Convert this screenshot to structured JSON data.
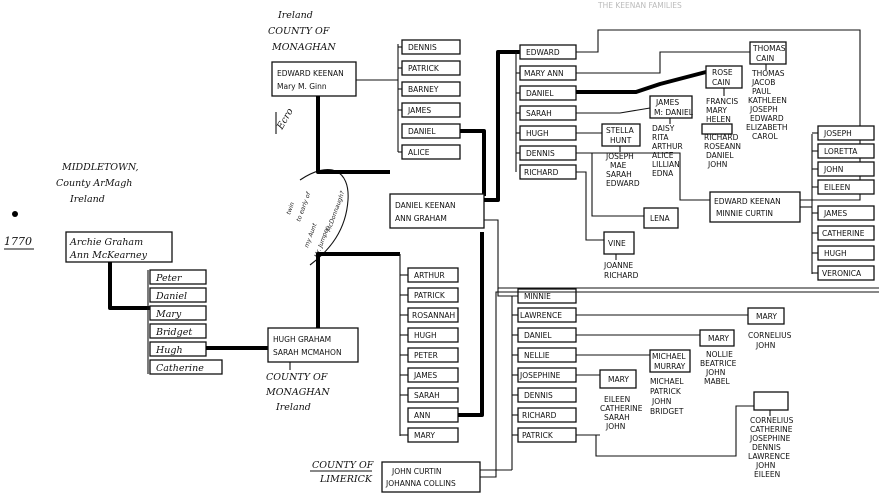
{
  "header": {
    "faint_title": "THE KEENAN FAMILIES"
  },
  "places": {
    "middletown": [
      "MIDDLETOWN,",
      "County ArMagh",
      "Ireland"
    ],
    "year": "1770",
    "ireland_monaghan": [
      "Ireland",
      "COUNTY OF",
      "MONAGHAN"
    ],
    "monaghan_hugh": [
      "COUNTY OF",
      "MONAGHAN",
      "Ireland"
    ],
    "limerick": [
      "COUNTY OF",
      "LIMERICK"
    ],
    "margin_note": [
      "twin",
      "to early of",
      "my Aunt",
      "Mr. Jumper",
      "McDonnaugh?"
    ],
    "ecro": "Ecro"
  },
  "couples": {
    "archie": [
      "Archie Graham",
      "Ann McKearney"
    ],
    "edward_sr": [
      "EDWARD KEENAN",
      "Mary M. Ginn"
    ],
    "hugh": [
      "HUGH GRAHAM",
      "SARAH MCMAHON"
    ],
    "daniel_ann": [
      "DANIEL KEENAN",
      "ANN GRAHAM"
    ],
    "james_mcdaniel": [
      "JAMES",
      "M: DANIEL"
    ],
    "thomas_cain": [
      "THOMAS",
      "CAIN"
    ],
    "rose_cain": [
      "ROSE",
      "CAIN"
    ],
    "edward_minnie": [
      "EDWARD KEENAN",
      "MINNIE CURTIN"
    ],
    "john_curtin": [
      "JOHN CURTIN",
      "JOHANNA COLLINS"
    ],
    "michael_murray": [
      "MICHAEL",
      "MURRAY"
    ]
  },
  "archie_children": [
    "Peter",
    "Daniel",
    "Mary",
    "Bridget",
    "Hugh",
    "Catherine"
  ],
  "edward_children": [
    "DENNIS",
    "PATRICK",
    "BARNEY",
    "JAMES",
    "DANIEL",
    "ALICE"
  ],
  "hugh_children": [
    "ARTHUR",
    "PATRICK",
    "ROSANNAH",
    "HUGH",
    "PETER",
    "JAMES",
    "SARAH",
    "ANN",
    "MARY"
  ],
  "dk_children_top": [
    "EDWARD",
    "MARY ANN",
    "DANIEL",
    "SARAH",
    "HUGH",
    "DENNIS",
    "RICHARD"
  ],
  "dk_children_bottom": [
    "MINNIE",
    "LAWRENCE",
    "DANIEL",
    "NELLIE",
    "JOSEPHINE",
    "DENNIS",
    "RICHARD",
    "PATRICK"
  ],
  "edward_minnie_children": [
    "JOSEPH",
    "LORETTA",
    "JOHN",
    "EILEEN",
    "JAMES",
    "CATHERINE",
    "HUGH",
    "VERONICA"
  ],
  "single_boxes": {
    "lena": "LENA",
    "vine": "VINE",
    "stella": [
      "STELLA",
      "HUNT"
    ],
    "mary_a": "MARY",
    "mary_b": "MARY",
    "mary_c": "MARY"
  },
  "lists": {
    "thomas_cain_children": [
      "THOMAS",
      "JACOB",
      "PAUL",
      "KATHLEEN",
      "JOSEPH",
      "EDWARD",
      "ELIZABETH",
      "CAROL"
    ],
    "rose_cain_children": [
      "FRANCIS",
      "MARY",
      "HELEN"
    ],
    "rose_cain_children_2": [
      "RICHARD",
      "ROSEANN",
      "DANIEL",
      "JOHN"
    ],
    "james_children": [
      "DAISY",
      "RITA",
      "ARTHUR",
      "ALICE",
      "LILLIAN",
      "EDNA"
    ],
    "stella_children": [
      "JOSEPH",
      "MAE",
      "SARAH",
      "EDWARD"
    ],
    "vine_children": [
      "JOANNE",
      "RICHARD"
    ],
    "mary_a_children": [
      "CORNELIUS",
      "JOHN"
    ],
    "mary_b_children": [
      "NOLLIE",
      "BEATRICE",
      "JOHN",
      "MABEL"
    ],
    "michael_murray_children": [
      "MICHAEL",
      "PATRICK",
      "JOHN",
      "BRIDGET"
    ],
    "mary_c_children": [
      "EILEEN",
      "CATHERINE",
      "SARAH",
      "JOHN"
    ],
    "patrick_children": [
      "CORNELIUS",
      "CATHERINE",
      "JOSEPHINE",
      "DENNIS",
      "LAWRENCE",
      "JOHN",
      "EILEEN"
    ]
  }
}
